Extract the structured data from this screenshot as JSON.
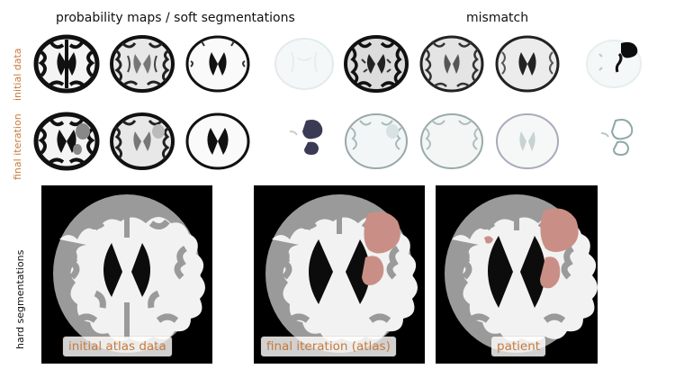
{
  "headers": {
    "probability_maps": "probability maps / soft segmentations",
    "mismatch": "mismatch"
  },
  "row_labels": {
    "initial": "initial data",
    "final": "final iteration"
  },
  "side_label": "hard segmentations",
  "captions": {
    "atlas_initial": "initial atlas data",
    "atlas_final": "final iteration (atlas)",
    "patient": "patient"
  },
  "colors": {
    "row_label": "#c87a3c",
    "caption": "#c87a3c",
    "white_matter": "#f2f2f2",
    "gray_matter": "#9a9a9a",
    "csf": "#0c0c0c",
    "lesion": "#c98f86"
  }
}
